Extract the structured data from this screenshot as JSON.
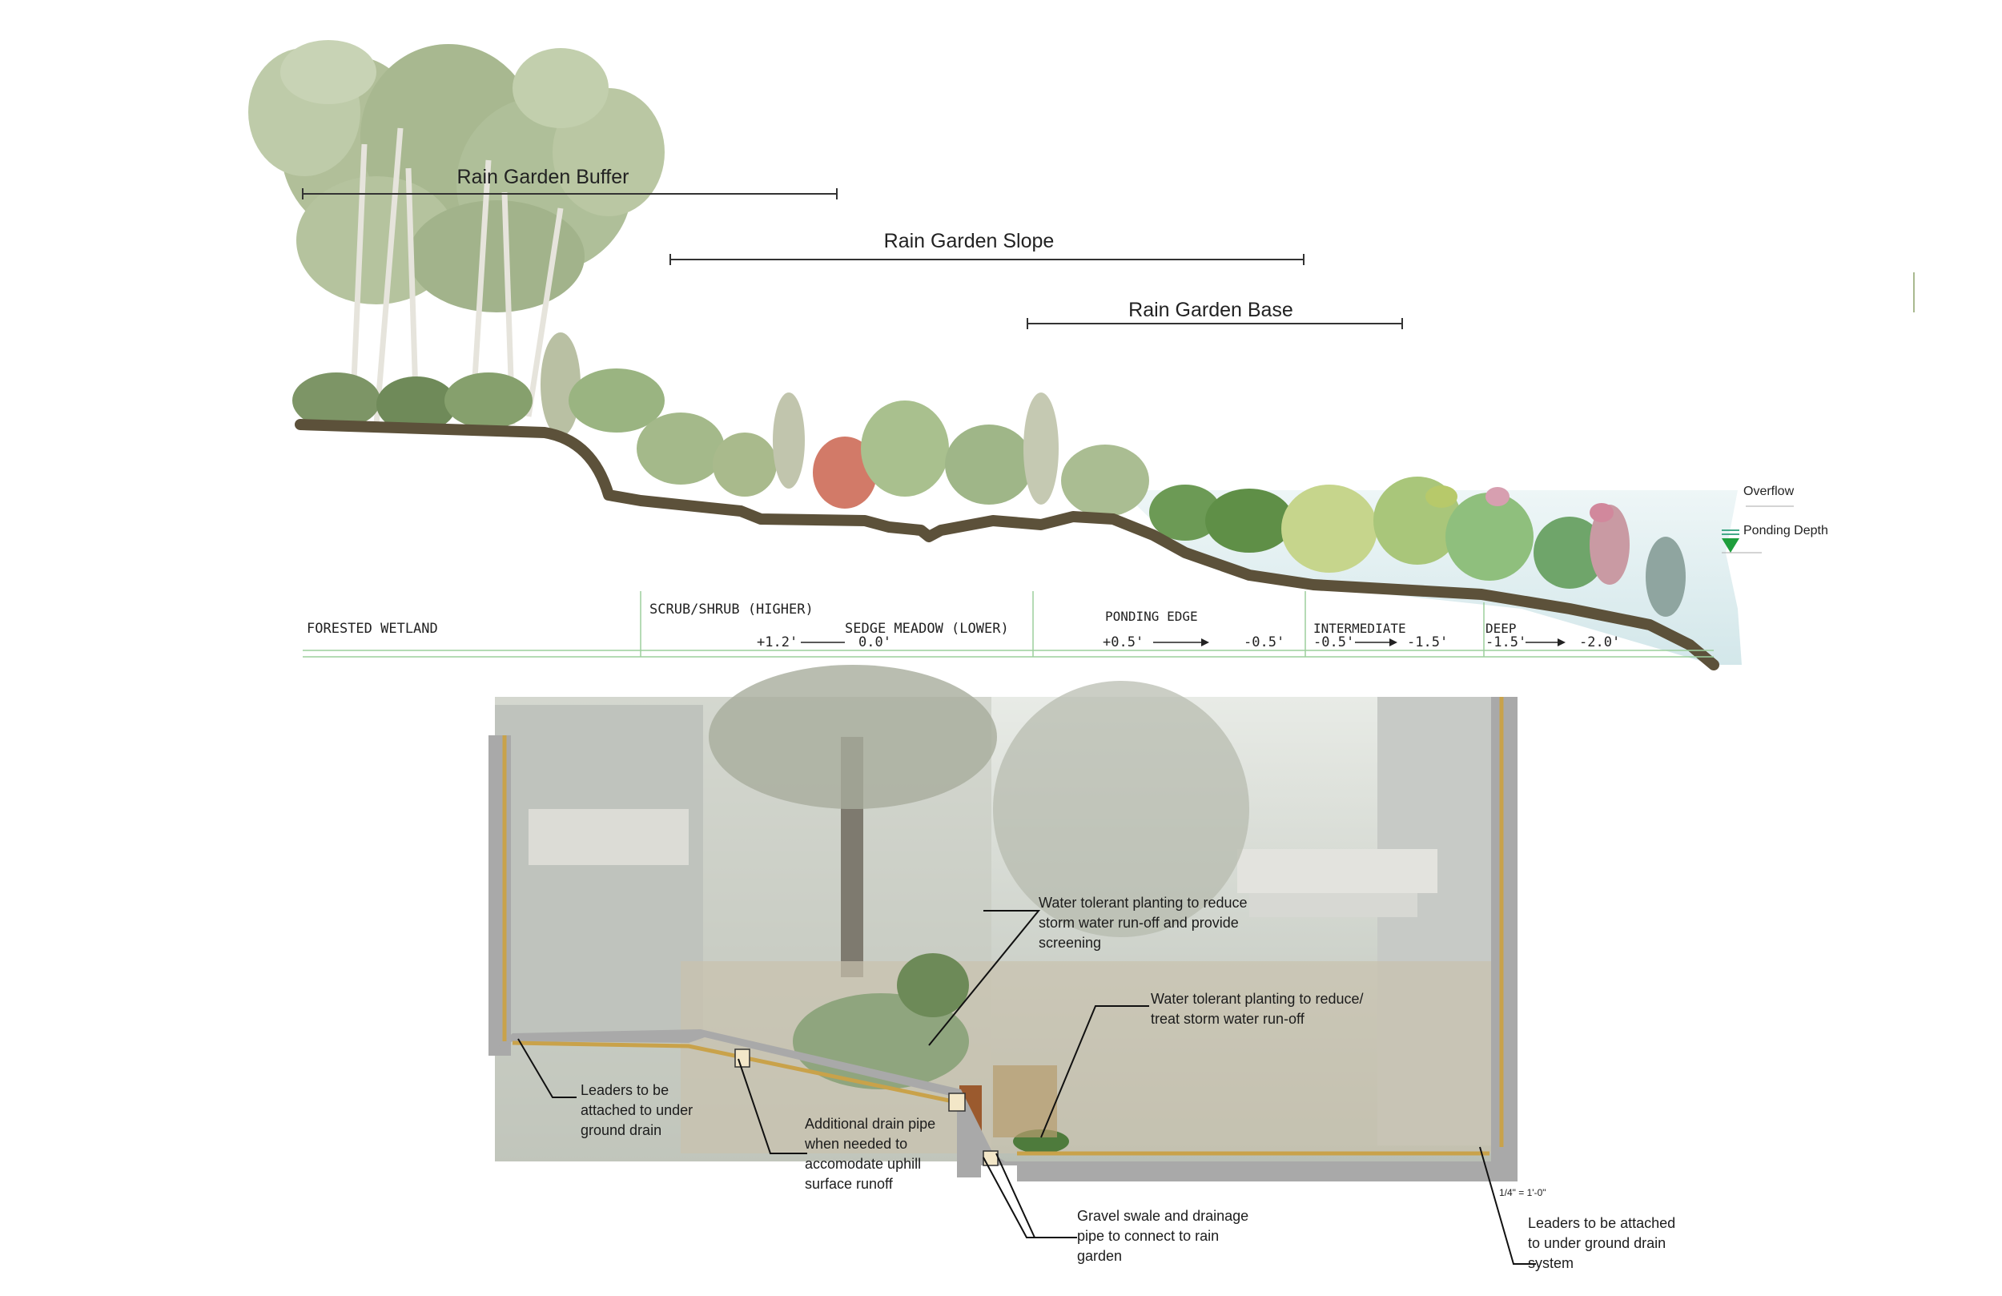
{
  "top_section": {
    "brackets": {
      "buffer": "Rain Garden Buffer",
      "slope": "Rain Garden Slope",
      "base": "Rain Garden Base"
    },
    "water_labels": {
      "overflow": "Overflow",
      "ponding_depth": "Ponding Depth"
    },
    "zones": {
      "forested": "FORESTED WETLAND",
      "scrub": "SCRUB/SHRUB (HIGHER)",
      "scrub_elev_a": "+1.2'",
      "scrub_elev_b": "0.0'",
      "sedge": "SEDGE MEADOW (LOWER)",
      "ponding_edge": "PONDING EDGE",
      "ponding_elev_a": "+0.5'",
      "ponding_elev_b": "-0.5'",
      "intermediate": "INTERMEDIATE",
      "intermediate_elev_a": "-0.5'",
      "intermediate_elev_b": "-1.5'",
      "deep": "DEEP",
      "deep_elev_a": "-1.5'",
      "deep_elev_b": "-2.0'"
    }
  },
  "bottom_section": {
    "callouts": {
      "planting_screen": [
        "Water tolerant planting to reduce",
        "storm water run-off and provide",
        "screening"
      ],
      "planting_treat": [
        "Water tolerant planting to reduce/",
        "treat storm water run-off"
      ],
      "leaders_left": [
        "Leaders to be",
        "attached to under",
        "ground drain"
      ],
      "drain_pipe": [
        "Additional drain pipe",
        "when needed to",
        "accomodate uphill",
        "surface runoff"
      ],
      "gravel_swale": [
        "Gravel swale and drainage",
        "pipe to connect to rain",
        "garden"
      ],
      "leaders_right": [
        "Leaders to be attached",
        "to under ground drain",
        "system"
      ]
    },
    "scale": "1/4\" = 1'-0\""
  }
}
